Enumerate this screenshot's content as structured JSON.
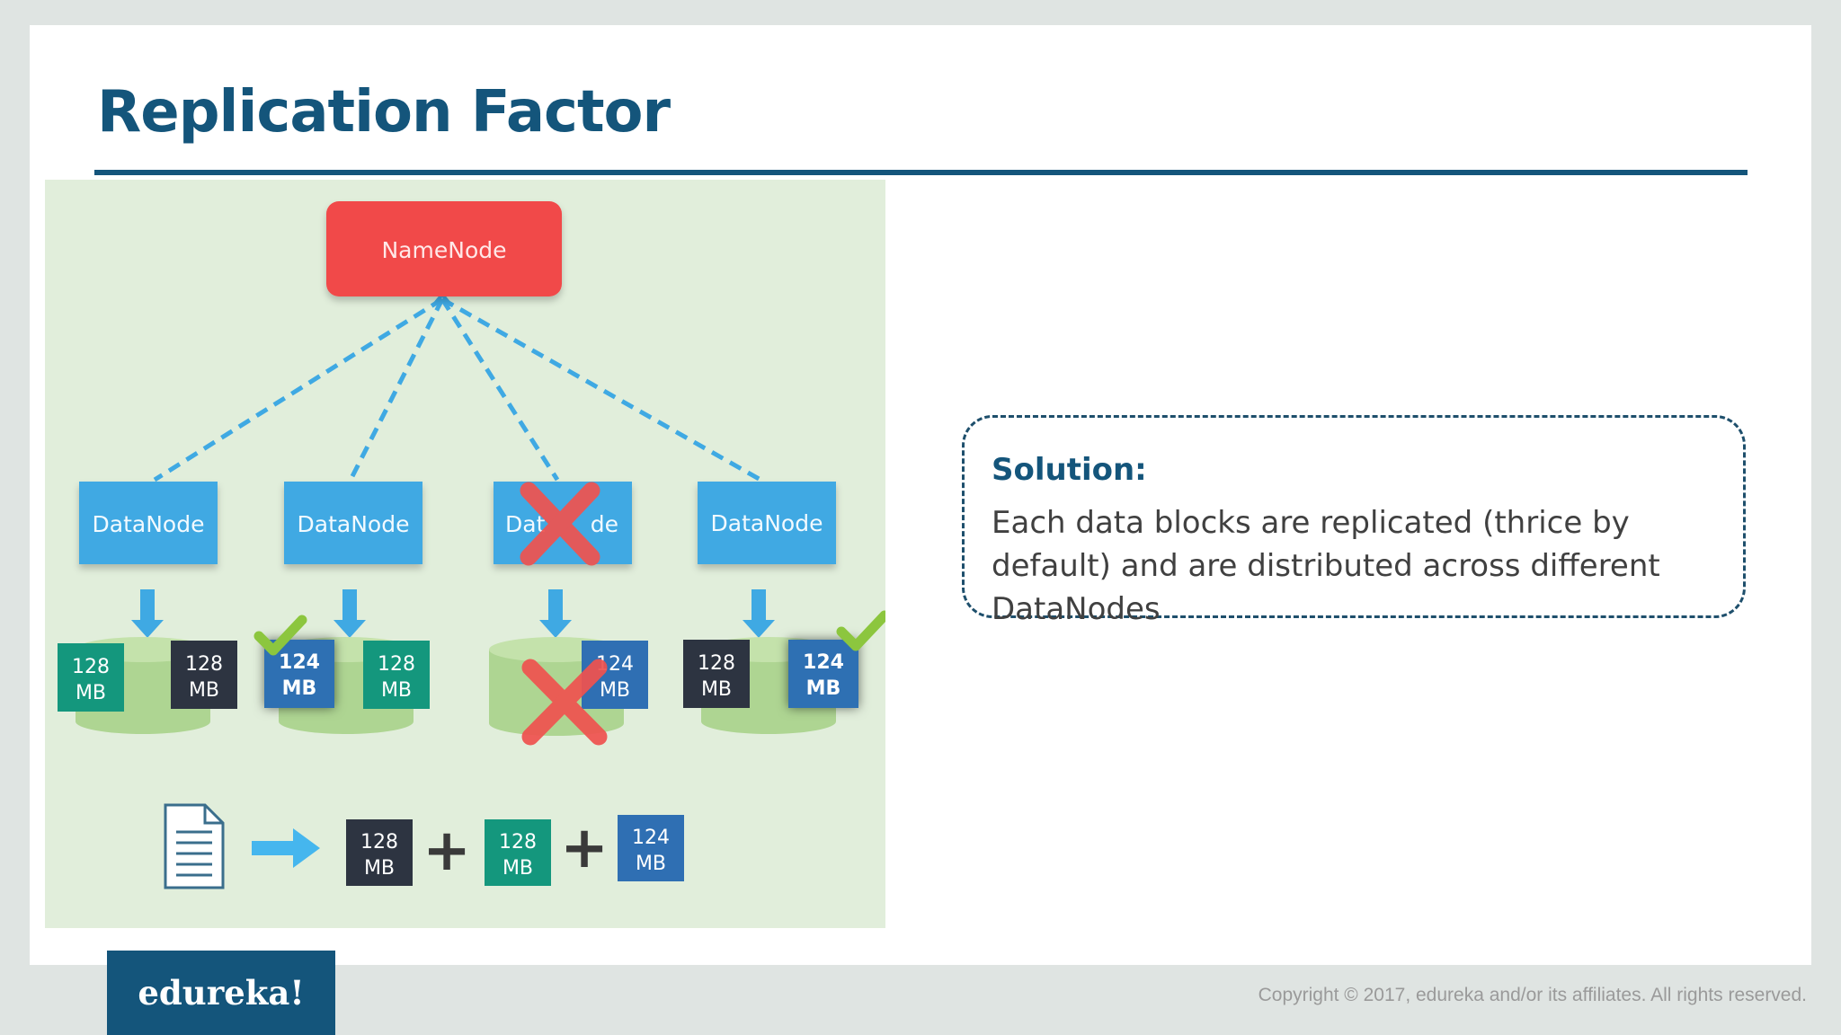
{
  "slide": {
    "title": "Replication Factor",
    "solution_heading": "Solution:",
    "solution_text": "Each data blocks are replicated (thrice by default) and are distributed across different DataNodes"
  },
  "diagram": {
    "namenode_label": "NameNode",
    "datanode_label": "DataNode",
    "datanode_partial_label_left": "Dat",
    "datanode_partial_label_right": "de",
    "block_128_num": "128",
    "block_124_num": "124",
    "block_unit": "MB",
    "plus_symbol": "+",
    "failed_node_icon": "red-x-icon",
    "replica_ok_icon": "green-check-icon",
    "file_icon": "document-icon"
  },
  "colors": {
    "title": "#14557b",
    "namenode": "#f14a4a",
    "datanode": "#3fa9e3",
    "block_navy": "#2d3441",
    "block_teal": "#14977d",
    "block_blue": "#2f6fb3",
    "disk": "#aed592",
    "diagram_bg": "#e1eedb",
    "x_mark": "#ef5350",
    "check": "#8cc63e"
  },
  "footer": {
    "logo_text": "edureka!",
    "copyright": "Copyright © 2017, edureka and/or its affiliates. All rights reserved."
  }
}
